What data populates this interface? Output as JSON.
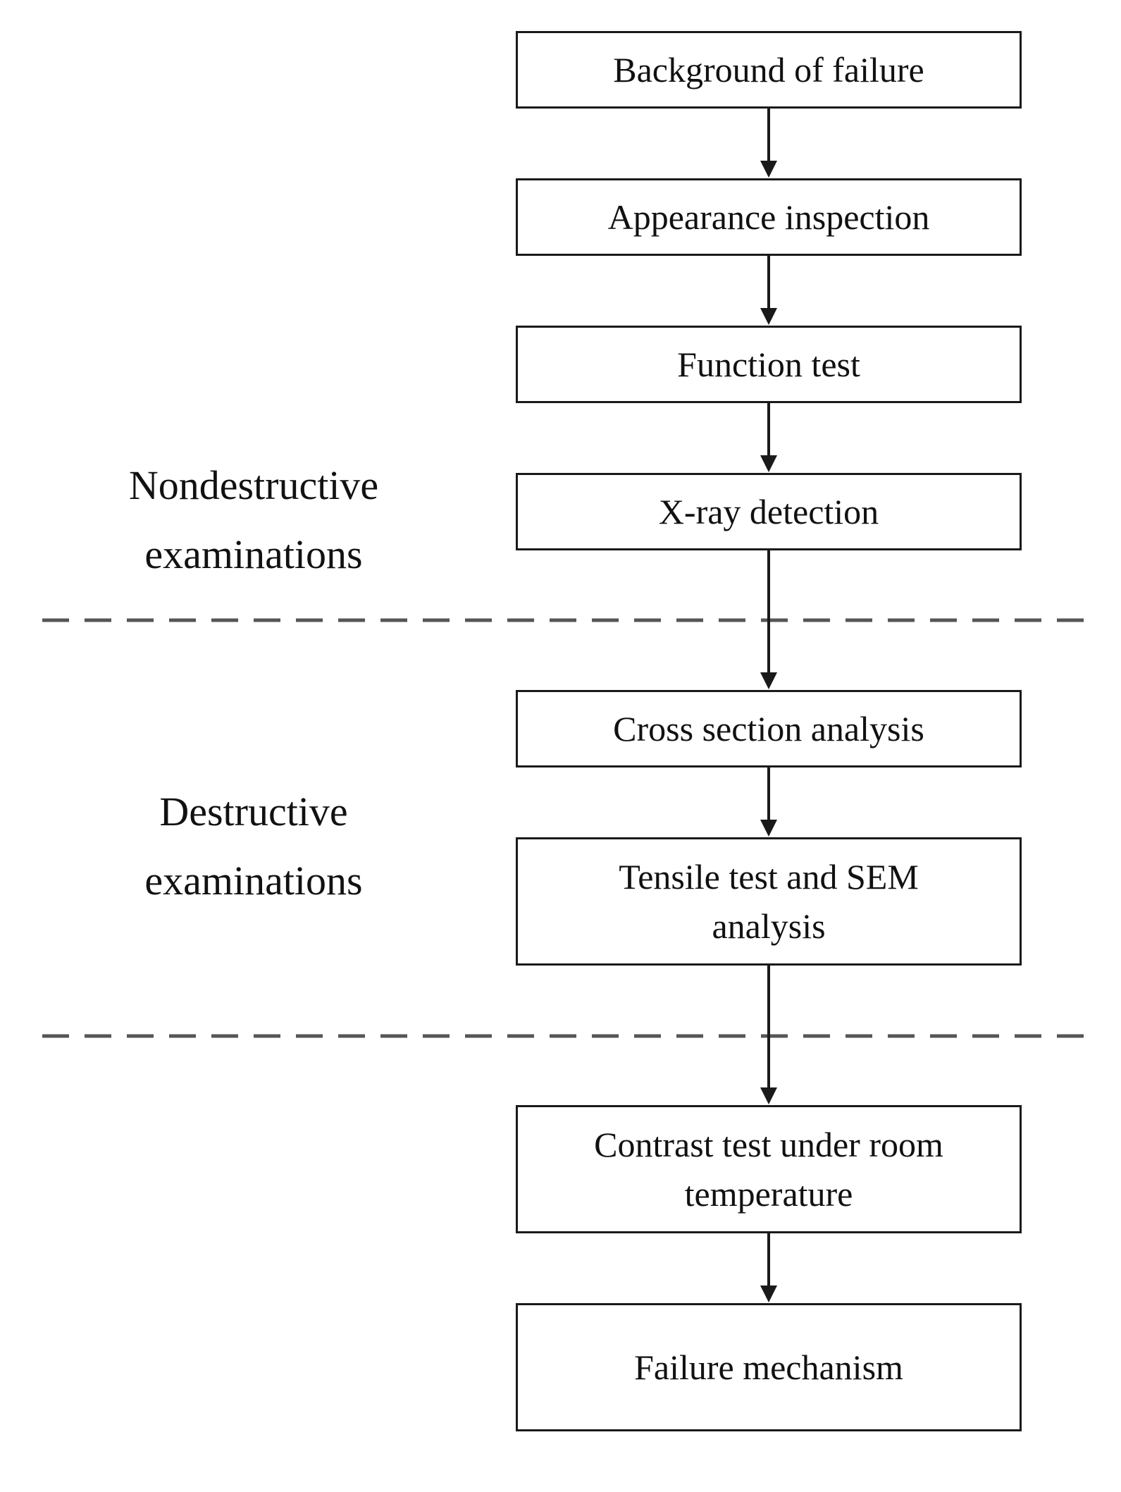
{
  "steps": [
    {
      "id": "background",
      "label": "Background of failure"
    },
    {
      "id": "appearance",
      "label": "Appearance inspection"
    },
    {
      "id": "function",
      "label": "Function test"
    },
    {
      "id": "xray",
      "label": "X-ray detection"
    },
    {
      "id": "cross-section",
      "label": "Cross section analysis"
    },
    {
      "id": "tensile",
      "label": "Tensile test and SEM analysis"
    },
    {
      "id": "contrast",
      "label": "Contrast test under room temperature"
    },
    {
      "id": "mechanism",
      "label": "Failure mechanism"
    }
  ],
  "sections": {
    "nondestructive": "Nondestructive examinations",
    "destructive": "Destructive examinations"
  },
  "colors": {
    "box_border": "#1a1a1a",
    "arrow": "#1a1a1a",
    "divider": "#555555"
  }
}
